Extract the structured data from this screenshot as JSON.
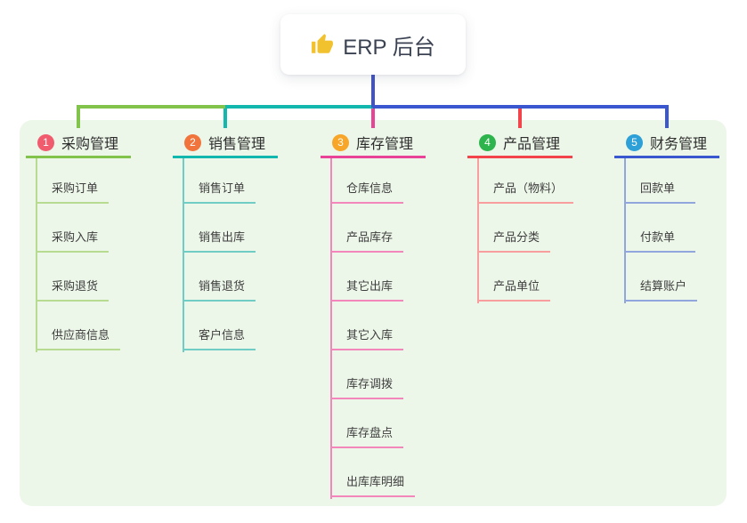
{
  "root": {
    "icon": "thumbs-up-icon",
    "label": "ERP 后台"
  },
  "connector": {
    "root_line_color": "#4253c9"
  },
  "canvas": {
    "background": "#ffffff",
    "panel_color": "#edf7e9"
  },
  "branches": [
    {
      "badge": "1",
      "label": "采购管理",
      "badge_color": "#f15b6e",
      "line_color": "#82c34c",
      "child_line_color": "#b7db90",
      "children": [
        "采购订单",
        "采购入库",
        "采购退货",
        "供应商信息"
      ]
    },
    {
      "badge": "2",
      "label": "销售管理",
      "badge_color": "#f0743c",
      "line_color": "#12b7ae",
      "child_line_color": "#6fcdc5",
      "children": [
        "销售订单",
        "销售出库",
        "销售退货",
        "客户信息"
      ]
    },
    {
      "badge": "3",
      "label": "库存管理",
      "badge_color": "#f7a62a",
      "line_color": "#e94397",
      "child_line_color": "#f386bb",
      "children": [
        "仓库信息",
        "产品库存",
        "其它出库",
        "其它入库",
        "库存调拨",
        "库存盘点",
        "出库库明细"
      ]
    },
    {
      "badge": "4",
      "label": "产品管理",
      "badge_color": "#2db44c",
      "line_color": "#f4444b",
      "child_line_color": "#f89e9f",
      "children": [
        "产品（物料）",
        "产品分类",
        "产品单位"
      ]
    },
    {
      "badge": "5",
      "label": "财务管理",
      "badge_color": "#2da0d8",
      "line_color": "#3a57d0",
      "child_line_color": "#90a6dc",
      "children": [
        "回款单",
        "付款单",
        "结算账户"
      ]
    }
  ]
}
